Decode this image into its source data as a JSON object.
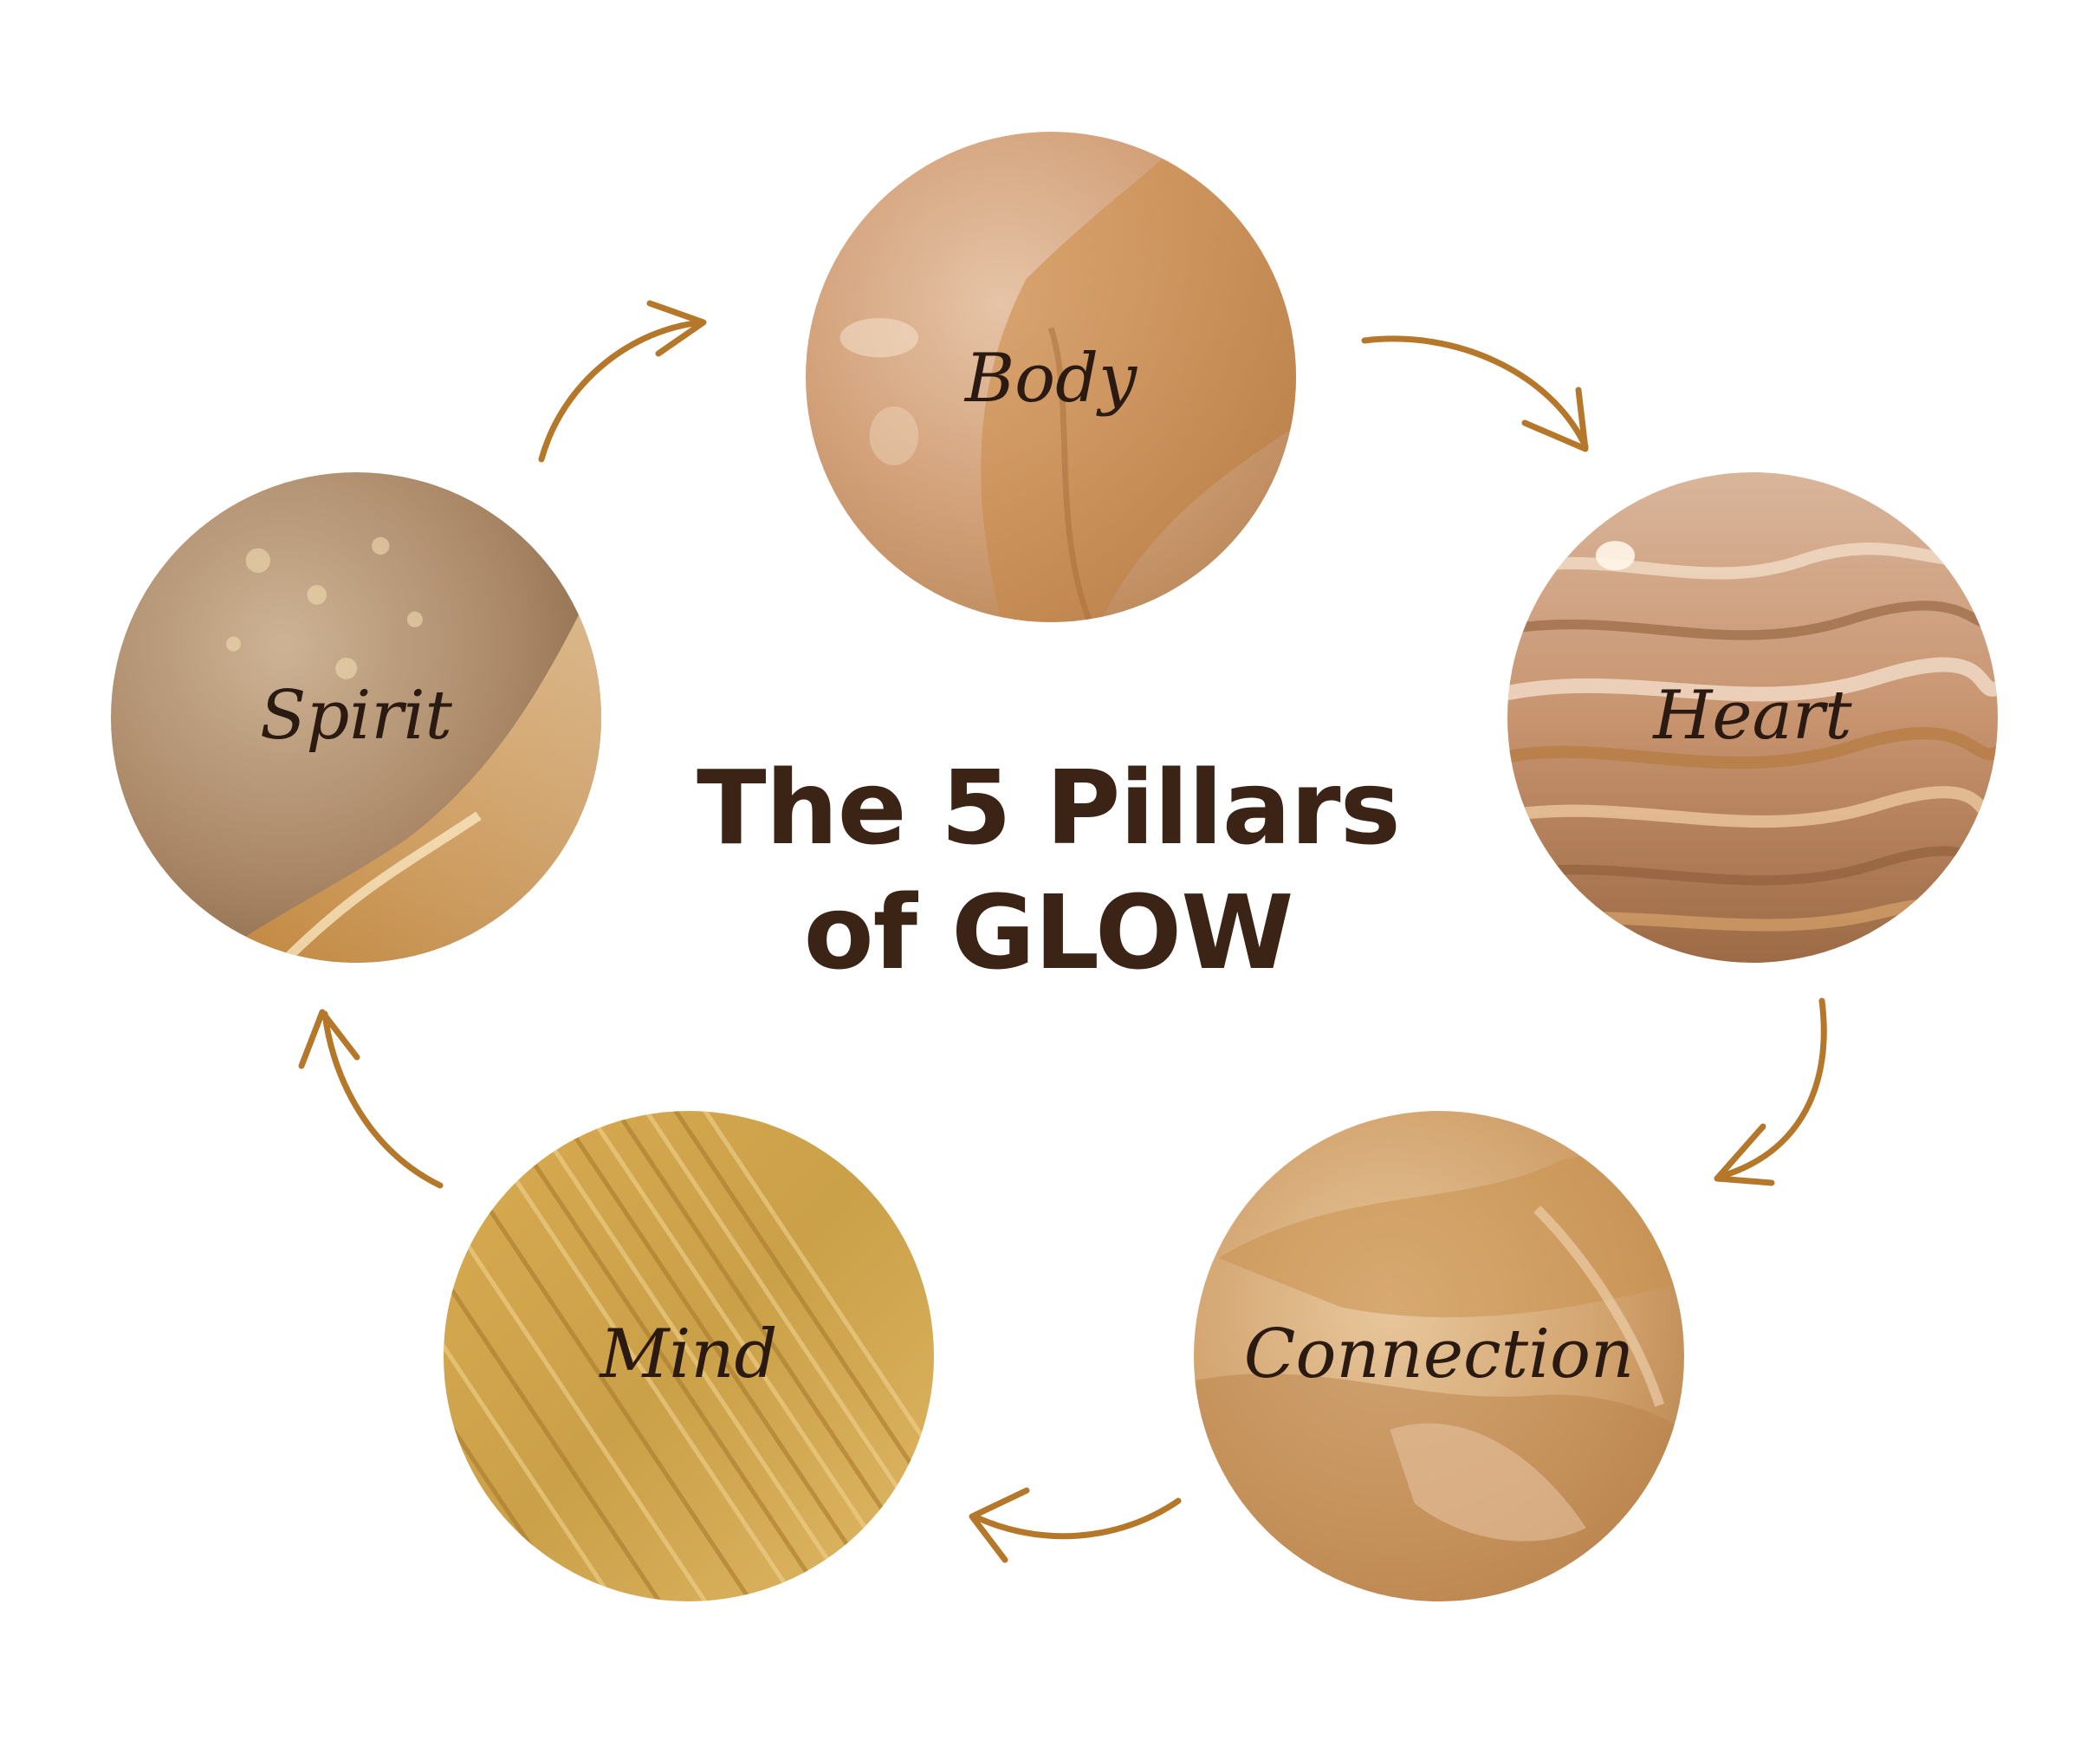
{
  "title": {
    "line1": "The 5 Pillars",
    "line2": "of GLOW"
  },
  "pillars": [
    {
      "id": "body",
      "label": "Body"
    },
    {
      "id": "heart",
      "label": "Heart"
    },
    {
      "id": "connection",
      "label": "Connection"
    },
    {
      "id": "mind",
      "label": "Mind"
    },
    {
      "id": "spirit",
      "label": "Spirit"
    }
  ],
  "colors": {
    "title": "#3b2416",
    "label": "#2a1a12",
    "arrow": "#b5782a",
    "background": "#ffffff"
  },
  "cycle_direction": "clockwise"
}
